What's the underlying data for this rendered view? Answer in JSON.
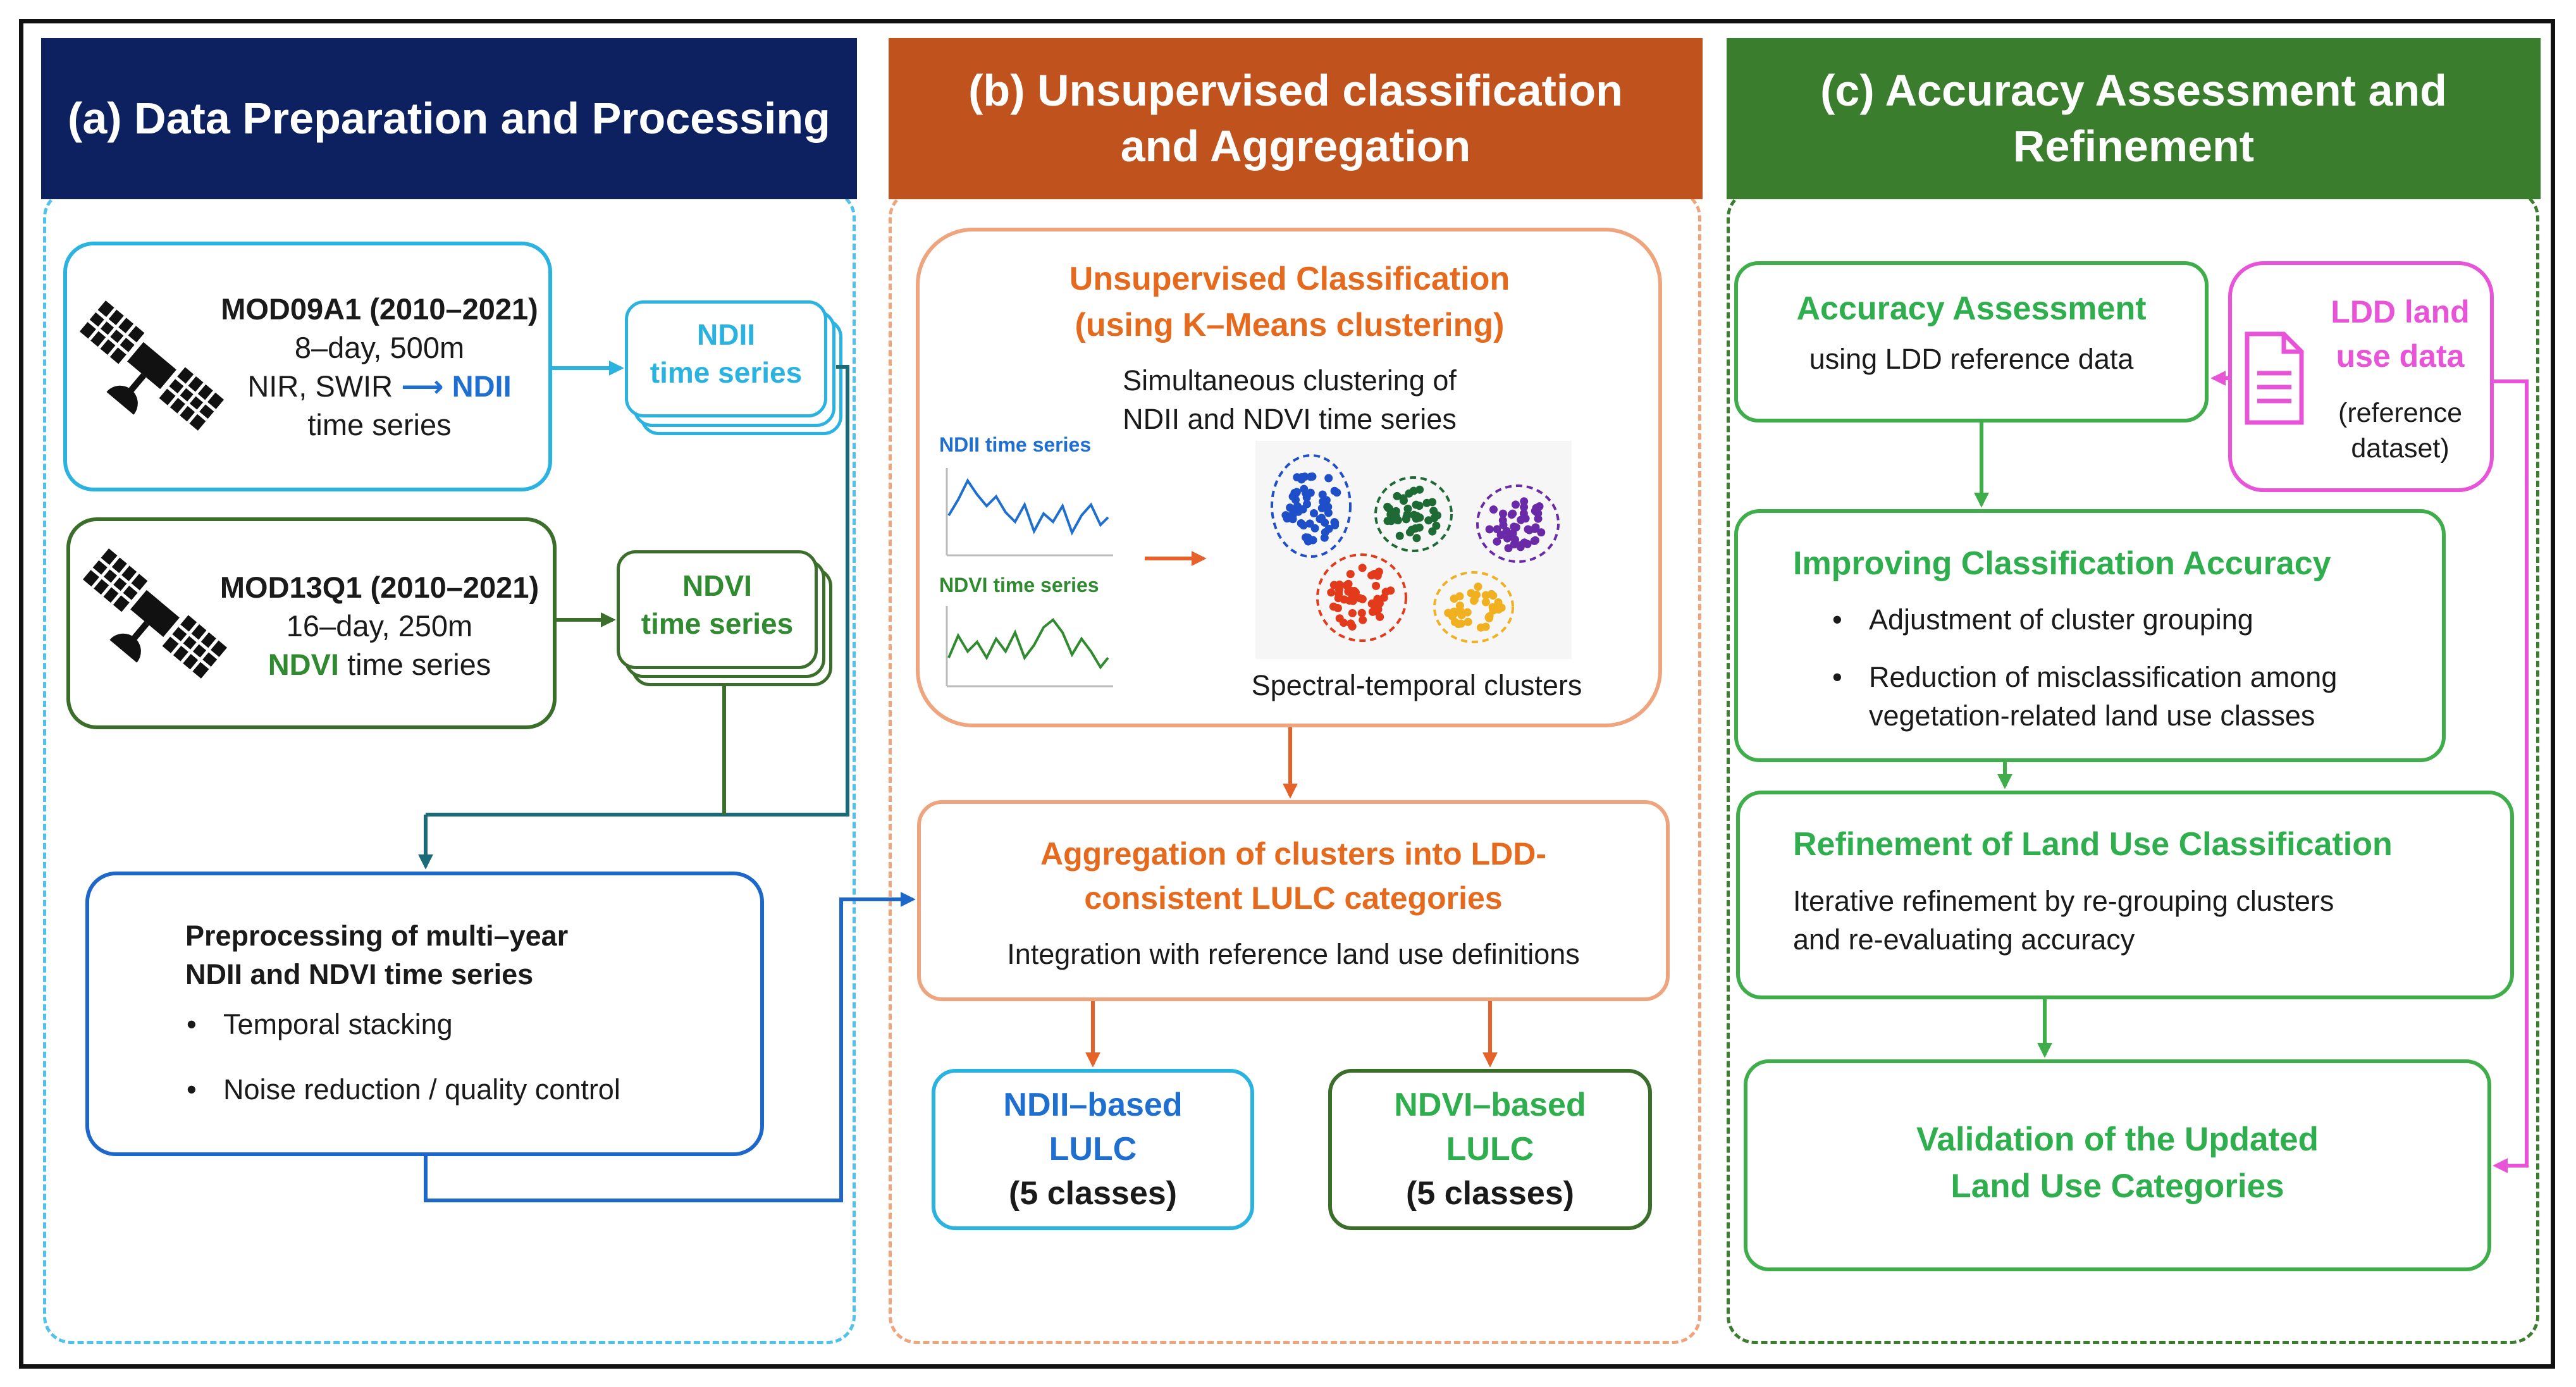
{
  "colors": {
    "navy": "#0d2160",
    "orange": "#c0531d",
    "green": "#3a7d2c",
    "cyan": "#2ab3e0",
    "dark_green": "#3b6e2a",
    "light_orange": "#eea47d",
    "text_orange": "#e56a1e",
    "text_green": "#2fae4e",
    "text_blue": "#1f6fd0",
    "magenta": "#e754d8",
    "teal": "#1b6a77"
  },
  "panel_a": {
    "title": "(a) Data Preparation and Processing",
    "mod09": {
      "icon": "satellite-icon",
      "title": "MOD09A1 (2010–2021)",
      "line1": "8–day, 500m",
      "line2_prefix": "NIR, SWIR",
      "line2_arrow": "⟶",
      "line2_suffix": "NDII",
      "line3": "time series"
    },
    "ndii_stack": {
      "line1": "NDII",
      "line2": "time series"
    },
    "mod13": {
      "icon": "satellite-icon",
      "title": "MOD13Q1 (2010–2021)",
      "line1": "16–day, 250m",
      "line2_prefix": "NDVI",
      "line2_suffix": "time series"
    },
    "ndvi_stack": {
      "line1": "NDVI",
      "line2": "time series"
    },
    "preprocess": {
      "title_line1": "Preprocessing of multi–year",
      "title_line2": "NDII and NDVI time series",
      "bullets": [
        "Temporal stacking",
        "Noise reduction / quality control"
      ]
    }
  },
  "panel_b": {
    "title_line1": "(b) Unsupervised classification",
    "title_line2": "and Aggregation",
    "kmeans": {
      "title_line1": "Unsupervised Classification",
      "title_line2": "(using K–Means clustering)",
      "desc_line1": "Simultaneous clustering of",
      "desc_line2": "NDII and NDVI time series",
      "ndii_label": "NDII time series",
      "ndvi_label": "NDVI time series",
      "clusters_caption": "Spectral-temporal clusters",
      "cluster_colors": [
        "#1f4fc8",
        "#1e6a35",
        "#6a2aa8",
        "#e23a1a",
        "#f0b020"
      ]
    },
    "aggregation": {
      "title_line1": "Aggregation of clusters into LDD-",
      "title_line2": "consistent LULC categories",
      "desc": "Integration with reference land use definitions"
    },
    "ndii_lulc": {
      "line1": "NDII–based",
      "line2": "LULC",
      "line3": "(5 classes)"
    },
    "ndvi_lulc": {
      "line1": "NDVI–based",
      "line2": "LULC",
      "line3": "(5 classes)"
    }
  },
  "panel_c": {
    "title_line1": "(c) Accuracy Assessment and",
    "title_line2": "Refinement",
    "accuracy": {
      "title": "Accuracy Assessment",
      "desc": "using LDD reference data"
    },
    "ldd": {
      "icon": "document-icon",
      "title_line1": "LDD land",
      "title_line2": "use data",
      "desc_line1": "(reference",
      "desc_line2": "dataset)"
    },
    "improving": {
      "title": "Improving Classification Accuracy",
      "bullet1": "Adjustment of cluster grouping",
      "bullet2_line1": "Reduction of misclassification among",
      "bullet2_line2": "vegetation-related land use classes"
    },
    "refinement": {
      "title": "Refinement of Land Use Classification",
      "desc_line1": "Iterative refinement by re-grouping clusters",
      "desc_line2": "and re-evaluating accuracy"
    },
    "validation": {
      "line1": "Validation of the Updated",
      "line2": "Land Use Categories"
    }
  }
}
